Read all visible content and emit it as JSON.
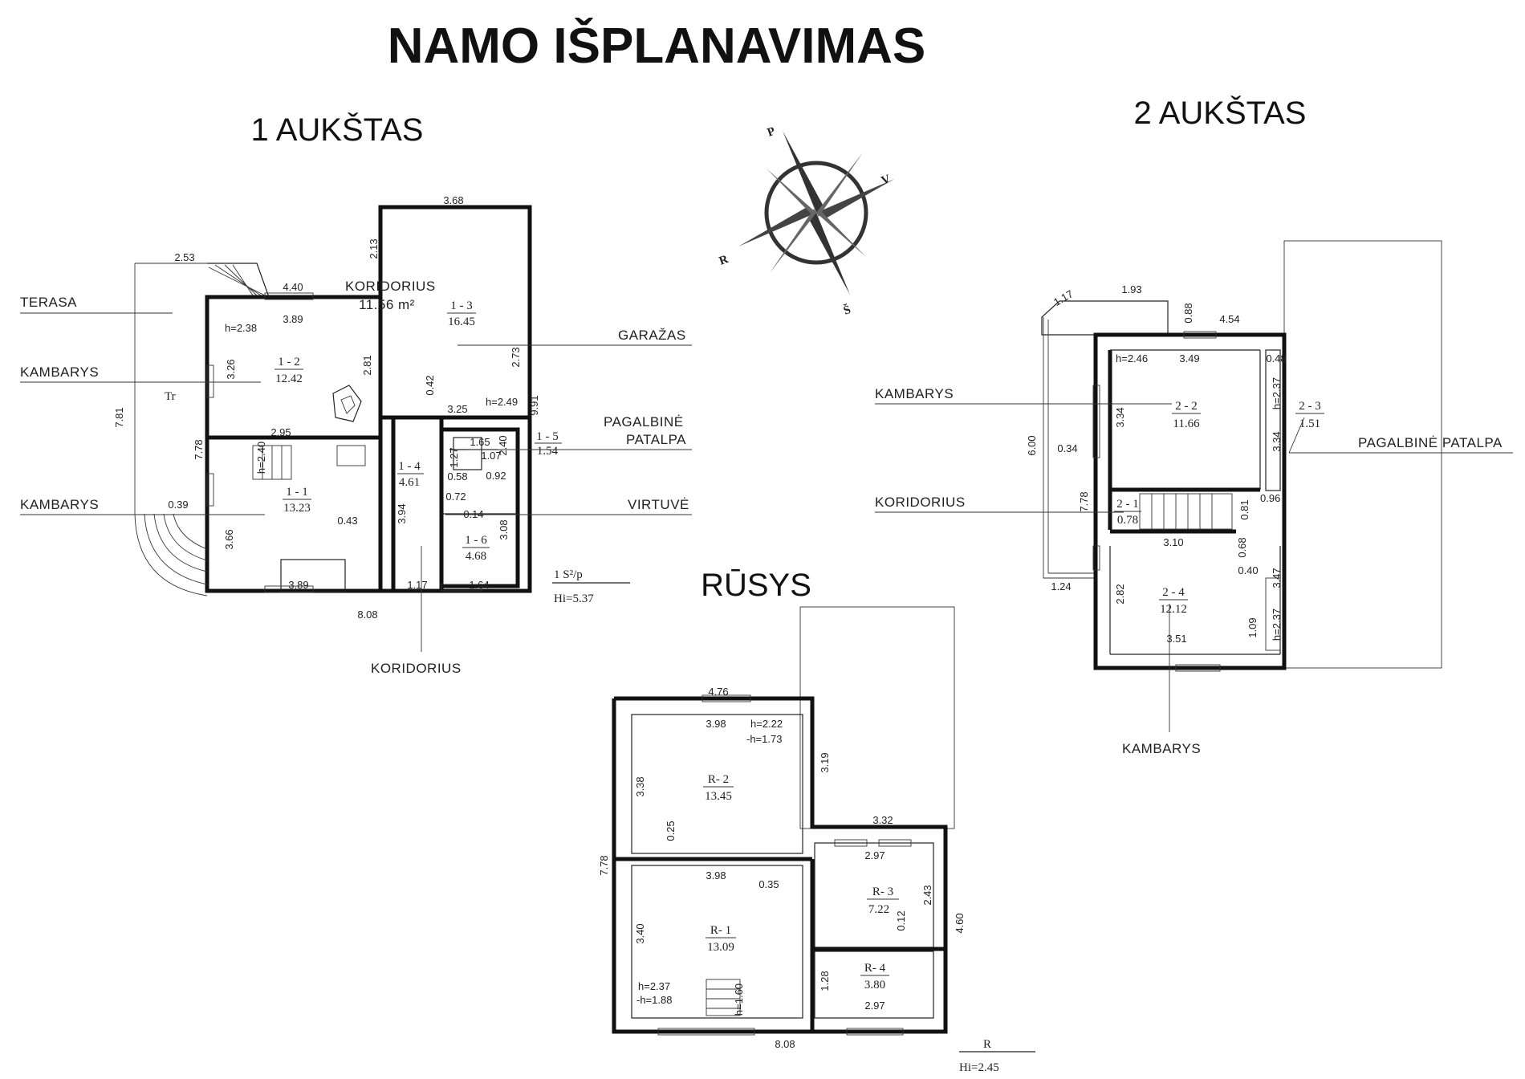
{
  "title": "NAMO IŠPLANAVIMAS",
  "floor1": {
    "heading": "1 AUKŠTAS",
    "labels": {
      "terasa": "TERASA",
      "kambarys_top": "KAMBARYS",
      "kambarys_bottom": "KAMBARYS",
      "koridorius_top": "KORIDORIUS",
      "koridorius_area": "11.56 m²",
      "garazas": "GARAŽAS",
      "pagalbine": "PAGALBINĖ",
      "patalpa": "PATALPA",
      "virtuve": "VIRTUVĖ",
      "koridorius_bottom": "KORIDORIUS",
      "tr": "Tr"
    },
    "rooms": [
      {
        "id": "1 - 2",
        "area": "12.42"
      },
      {
        "id": "1 - 3",
        "area": "16.45"
      },
      {
        "id": "1 - 1",
        "area": "13.23"
      },
      {
        "id": "1 - 4",
        "area": "4.61"
      },
      {
        "id": "1 - 5",
        "area": "1.54"
      },
      {
        "id": "1 - 6",
        "area": "4.68"
      }
    ],
    "dims": [
      "2.53",
      "4.40",
      "3.89",
      "h=2.38",
      "3.26",
      "2.81",
      "7.81",
      "7.78",
      "2.95",
      "0.39",
      "3.66",
      "0.43",
      "3.89",
      "8.08",
      "3.68",
      "2.13",
      "2.73",
      "0.42",
      "3.25",
      "h=2.49",
      "9.91",
      "1.65",
      "2.40",
      "1.07",
      "1.27",
      "0.58",
      "0.92",
      "0.72",
      "0.14",
      "3.94",
      "3.08",
      "1.17",
      "1.64",
      "h=2.40"
    ],
    "stat_top": "1 S²/p",
    "stat_bottom": "Hi=5.37"
  },
  "floor2": {
    "heading": "2 AUKŠTAS",
    "labels": {
      "kambarys_top": "KAMBARYS",
      "pagalbine": "PAGALBINĖ PATALPA",
      "koridorius": "KORIDORIUS",
      "kambarys_bottom": "KAMBARYS"
    },
    "rooms": [
      {
        "id": "2 - 2",
        "area": "11.66"
      },
      {
        "id": "2 - 3",
        "area": "1.51"
      },
      {
        "id": "2 - 1",
        "area": "0.78"
      },
      {
        "id": "2 - 4",
        "area": "12.12"
      }
    ],
    "dims": [
      "1.17",
      "1.93",
      "0.88",
      "4.54",
      "h=2.46",
      "3.49",
      "0.48",
      "h=2.37",
      "3.34",
      "6.00",
      "0.34",
      "3.34",
      "7.78",
      "0.81",
      "0.96",
      "3.10",
      "0.68",
      "0.40",
      "3.47",
      "1.24",
      "2.82",
      "3.51",
      "1.09",
      "h=2.37"
    ]
  },
  "basement": {
    "heading": "RŪSYS",
    "rooms": [
      {
        "id": "R- 2",
        "area": "13.45"
      },
      {
        "id": "R- 1",
        "area": "13.09"
      },
      {
        "id": "R- 3",
        "area": "7.22"
      },
      {
        "id": "R- 4",
        "area": "3.80"
      }
    ],
    "dims": [
      "4.76",
      "3.98",
      "h=2.22",
      "-h=1.73",
      "3.38",
      "3.19",
      "0.25",
      "7.78",
      "3.98",
      "0.35",
      "3.32",
      "2.97",
      "2.43",
      "4.60",
      "3.40",
      "0.12",
      "h=2.37",
      "-h=1.88",
      "h=1.60",
      "1.28",
      "2.97",
      "8.08"
    ],
    "stat_top": "R",
    "stat_bottom": "Hi=2.45"
  },
  "compass": {
    "n": "P",
    "e": "V",
    "w": "R",
    "s": "Š"
  }
}
